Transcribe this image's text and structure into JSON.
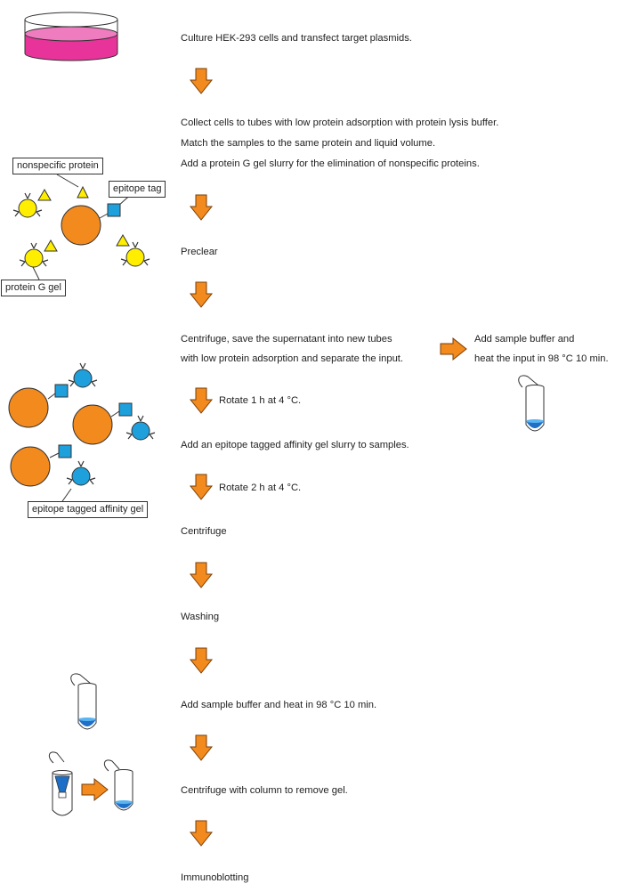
{
  "steps": [
    {
      "text": "Culture HEK-293 cells and transfect target plasmids."
    },
    {
      "lines": [
        "Collect cells to tubes with low protein adsorption with protein lysis buffer.",
        "Match the samples to the same protein and liquid volume.",
        "Add a protein G gel slurry for the elimination of nonspecific proteins."
      ]
    },
    {
      "text": "Preclear"
    },
    {
      "lines": [
        "Centrifuge, save the supernatant into new tubes",
        "with low protein adsorption and separate the input."
      ]
    },
    {
      "text": "Add an epitope tagged affinity gel slurry to samples."
    },
    {
      "text": "Centrifuge"
    },
    {
      "text": "Washing"
    },
    {
      "text": "Add sample buffer and heat in 98 °C 10 min."
    },
    {
      "text": "Centrifuge with column to remove gel."
    },
    {
      "text": "Immunoblotting"
    }
  ],
  "rotations": [
    "Rotate 1 h at 4 °C.",
    "Rotate 2 h at 4 °C."
  ],
  "input_branch": [
    "Add sample buffer and",
    "heat the input in 98 °C 10 min."
  ],
  "labels": {
    "nonspecific_protein": "nonspecific protein",
    "epitope_tag": "epitope tag",
    "protein_g_gel": "protein G gel",
    "epitope_tagged_affinity_gel": "epitope tagged affinity gel"
  },
  "colors": {
    "arrow": "#f28a1e",
    "dish": "#e8339a",
    "target_protein": "#f28a1e",
    "protein_g_bead": "#ffee00",
    "nonspecific": "#ffee00",
    "affinity_bead": "#1ea0dc",
    "tag": "#1ea0dc",
    "tube_liquid": "#1e6fc8"
  }
}
